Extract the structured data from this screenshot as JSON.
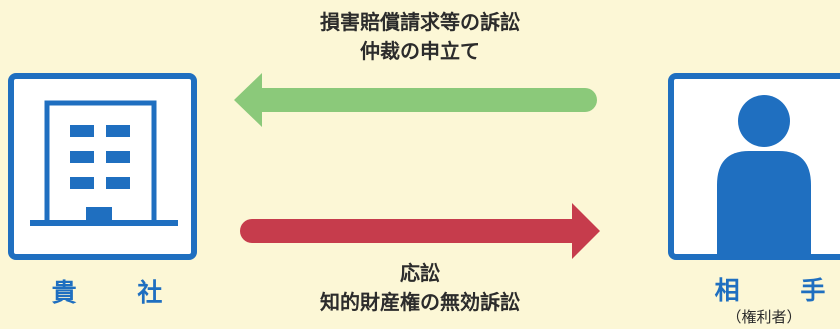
{
  "colors": {
    "background": "#fcf7d6",
    "frame": "#1f6fc0",
    "claims_arrow": "#8bc97a",
    "responses_arrow": "#c63c4c",
    "text": "#2c2c2c"
  },
  "company": {
    "label": "貴 社",
    "icon": "office-building-icon"
  },
  "counterparty": {
    "label": "相 手",
    "role": "（権利者）",
    "icon": "person-icon"
  },
  "claims": {
    "direction": "counterparty-to-company",
    "lines": [
      "損害賠償請求等の訴訟",
      "仲裁の申立て"
    ]
  },
  "responses": {
    "direction": "company-to-counterparty",
    "lines": [
      "応訟",
      "知的財産権の無効訴訟"
    ]
  }
}
